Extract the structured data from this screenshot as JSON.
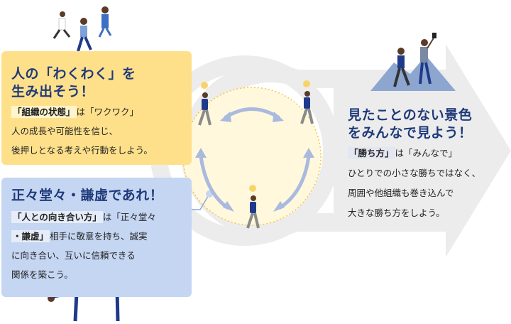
{
  "yellow_card": {
    "title_line1": "人の「わくわく」を",
    "title_line2": "生み出そう！",
    "hl_label": "「組織の状態」",
    "hl_suffix": "は「ワクワク」",
    "line2": "人の成長や可能性を信じ、",
    "line3": "後押しとなる考えや行動をしよう。"
  },
  "blue_card": {
    "title": "正々堂々・謙虚であれ！",
    "hl_label": "「人との向き合い方」",
    "line1_suffix": "は「正々堂々",
    "hl_line2": "・謙虚」",
    "line2_suffix": "相手に敬意を持ち、誠実",
    "line3": "に向き合い、互いに信頼できる",
    "line4": "関係を築こう。"
  },
  "right_panel": {
    "title_line1": "見たことのない景色",
    "title_line2": "をみんなで見よう！",
    "hl_label": "「勝ち方」",
    "hl_suffix": "は「みんなで」",
    "line2": "ひとりでの小さな勝ちではなく、",
    "line3": "周囲や他組織も巻き込んで",
    "line4": "大きな勝ち方をしよう。"
  },
  "colors": {
    "yellow_card": "#ffe08a",
    "blue_card": "#c5d6f2",
    "title_navy": "#1f3a7a",
    "arrow_gray": "#ececec",
    "cycle_arrow": "#aab9de"
  },
  "icons": [
    "jumping-people-icon",
    "walking-person-icon",
    "lightbulb-icon",
    "hiker-selfie-icon",
    "bowing-people-icon",
    "mountain-icon"
  ]
}
